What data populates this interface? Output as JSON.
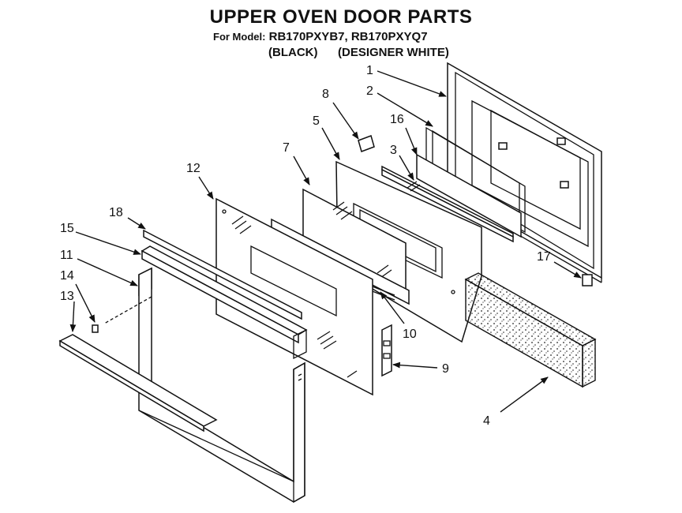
{
  "header": {
    "title": "UPPER OVEN DOOR PARTS",
    "model_label": "For Model:",
    "models": "RB170PXYB7, RB170PXYQ7",
    "variant_black": "(BLACK)",
    "variant_white": "(DESIGNER WHITE)"
  },
  "callouts": {
    "c1": "1",
    "c2": "2",
    "c3": "3",
    "c4": "4",
    "c5": "5",
    "c7": "7",
    "c8": "8",
    "c9": "9",
    "c10": "10",
    "c11": "11",
    "c12": "12",
    "c13": "13",
    "c14": "14",
    "c15": "15",
    "c16": "16",
    "c17": "17",
    "c18": "18"
  }
}
